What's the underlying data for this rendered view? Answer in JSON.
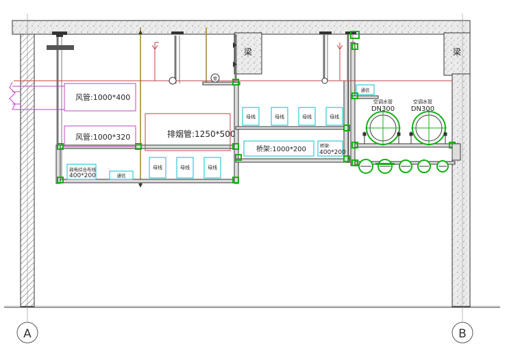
{
  "colors": {
    "concrete": "#e6e6e6",
    "outline": "#333333",
    "frame": "#222222",
    "duct": "#c040c0",
    "drain": "#c04040",
    "cyan": "#00c0d0",
    "green": "#10b010",
    "olive": "#a08020",
    "steel": "#a8a8a8",
    "axis": "#888888"
  },
  "beam_labels": [
    "梁",
    "梁"
  ],
  "axes": [
    "A",
    "B"
  ],
  "ducts": {
    "duct1": "风管:1000*400",
    "duct2": "风管:1000*320",
    "exhaust": "排烟管:1250*500"
  },
  "bus_labels": [
    "母线",
    "母线",
    "母线",
    "母线",
    "母线",
    "母线",
    "母线"
  ],
  "trays": {
    "weak_current": "弱电综合布线",
    "weak_current_size": "400*200",
    "tongxin_left": "通信",
    "tongxin_right": "通信",
    "bridge_main": "桥架:1000*200",
    "bridge_side": "桥架:",
    "bridge_side_size": "400*200"
  },
  "water_pipes": [
    {
      "label": "空调水管",
      "size": "DN300"
    },
    {
      "label": "空调水管",
      "size": "DN300"
    }
  ],
  "small_pipe_label": "管"
}
